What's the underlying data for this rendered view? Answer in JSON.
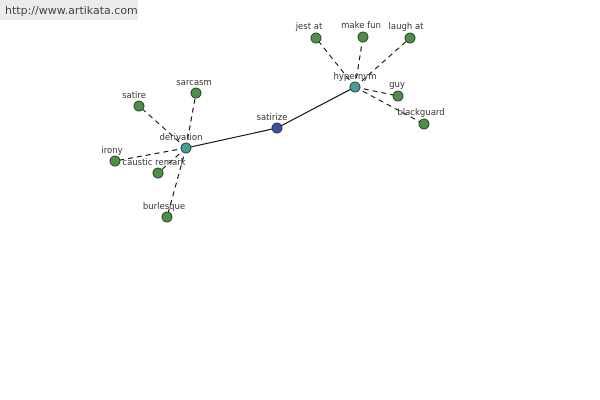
{
  "watermark": "http://www.artikata.com",
  "colors": {
    "center": "#3a4fa8",
    "hub": "#4a9a98",
    "leaf": "#4d8f46"
  },
  "nodes": {
    "satirize": {
      "label": "satirize",
      "kind": "center"
    },
    "derivation": {
      "label": "derivation",
      "kind": "hub"
    },
    "hypernym": {
      "label": "hypernym",
      "kind": "hub"
    },
    "satire": {
      "label": "satire",
      "kind": "leaf"
    },
    "sarcasm": {
      "label": "sarcasm",
      "kind": "leaf"
    },
    "irony": {
      "label": "irony",
      "kind": "leaf"
    },
    "caustic_remark": {
      "label": "caustic remark",
      "kind": "leaf"
    },
    "burlesque": {
      "label": "burlesque",
      "kind": "leaf"
    },
    "jest_at": {
      "label": "jest at",
      "kind": "leaf"
    },
    "make_fun": {
      "label": "make fun",
      "kind": "leaf"
    },
    "laugh_at": {
      "label": "laugh at",
      "kind": "leaf"
    },
    "guy": {
      "label": "guy",
      "kind": "leaf"
    },
    "blackguard": {
      "label": "blackguard",
      "kind": "leaf"
    }
  },
  "edges": [
    {
      "from": "satirize",
      "to": "derivation",
      "style": "solid"
    },
    {
      "from": "satirize",
      "to": "hypernym",
      "style": "solid"
    },
    {
      "from": "derivation",
      "to": "satire",
      "style": "dashed"
    },
    {
      "from": "derivation",
      "to": "sarcasm",
      "style": "dashed"
    },
    {
      "from": "derivation",
      "to": "irony",
      "style": "dashed"
    },
    {
      "from": "derivation",
      "to": "caustic_remark",
      "style": "dashed"
    },
    {
      "from": "derivation",
      "to": "burlesque",
      "style": "dashed"
    },
    {
      "from": "hypernym",
      "to": "jest_at",
      "style": "dashed"
    },
    {
      "from": "hypernym",
      "to": "make_fun",
      "style": "dashed"
    },
    {
      "from": "hypernym",
      "to": "laugh_at",
      "style": "dashed"
    },
    {
      "from": "hypernym",
      "to": "guy",
      "style": "dashed"
    },
    {
      "from": "hypernym",
      "to": "blackguard",
      "style": "dashed"
    }
  ]
}
